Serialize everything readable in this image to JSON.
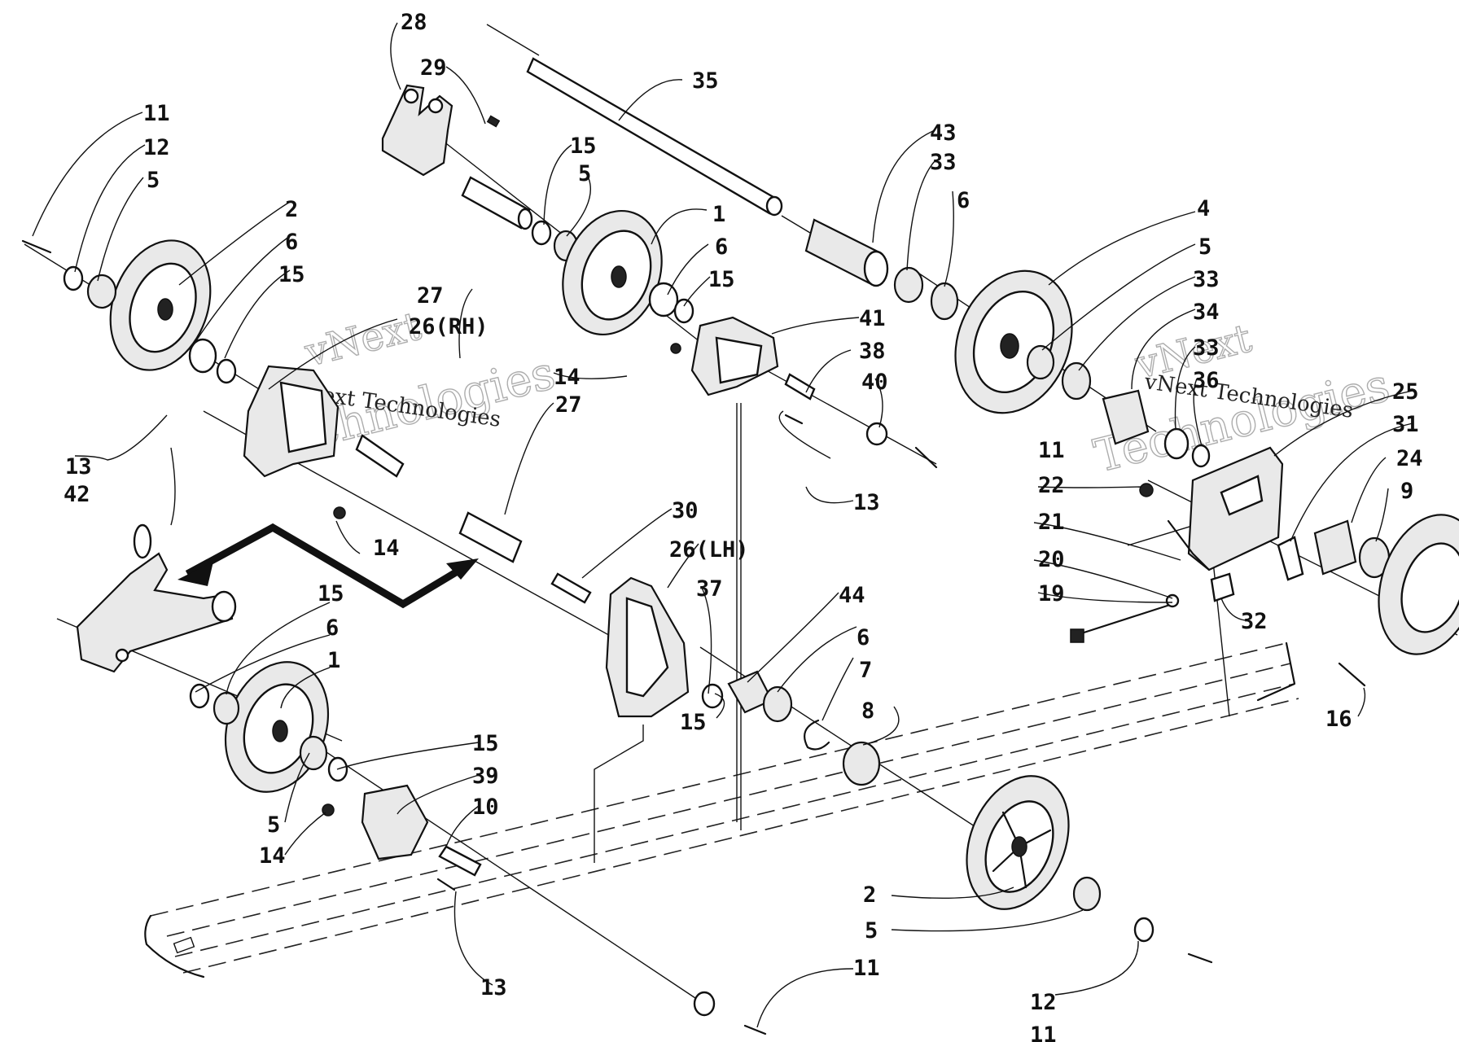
{
  "watermark": {
    "text_1_line_1": "vNext",
    "text_1_line_2": "Technologies",
    "text_1_inline": "vNext Technologies",
    "text_2_line_1": "vNext",
    "text_2_line_2": "Technologies",
    "text_2_inline": "vNext Technologies"
  },
  "callouts": {
    "c28": "28",
    "c29": "29",
    "c35": "35",
    "c11_a": "11",
    "c12_a": "12",
    "c5_a": "5",
    "c15_a": "15",
    "c5_b": "5",
    "c43": "43",
    "c33_a": "33",
    "c6_a": "6",
    "c2_a": "2",
    "c6_b": "6",
    "c15_b": "15",
    "c1_a": "1",
    "c6_c": "6",
    "c15_c": "15",
    "c4": "4",
    "c5_c": "5",
    "c33_b": "33",
    "c34": "34",
    "c33_c": "33",
    "c36": "36",
    "c27_a": "27",
    "c26rh": "26(RH)",
    "c41": "41",
    "c38": "38",
    "c40": "40",
    "c14_a": "14",
    "c27_b": "27",
    "c25": "25",
    "c31": "31",
    "c24": "24",
    "c9": "9",
    "c13_a": "13",
    "c42": "42",
    "c14_b": "14",
    "c11_b": "11",
    "c13_b": "13",
    "c22": "22",
    "c21": "21",
    "c20": "20",
    "c19": "19",
    "c32": "32",
    "c16": "16",
    "c30": "30",
    "c26lh": "26(LH)",
    "c37": "37",
    "c44": "44",
    "c15_d": "15",
    "c6_d": "6",
    "c1_b": "1",
    "c6_e": "6",
    "c7": "7",
    "c8": "8",
    "c15_e": "15",
    "c15_f": "15",
    "c39": "39",
    "c10": "10",
    "c5_d": "5",
    "c14_c": "14",
    "c13_c": "13",
    "c2_b": "2",
    "c5_e": "5",
    "c12_b": "12",
    "c11_c": "11",
    "c11_d": "11"
  },
  "icons": [
    "wheel-icon",
    "axle-icon",
    "bolt-icon",
    "washer-icon",
    "bracket-icon",
    "rail-icon",
    "arrow-icon"
  ]
}
